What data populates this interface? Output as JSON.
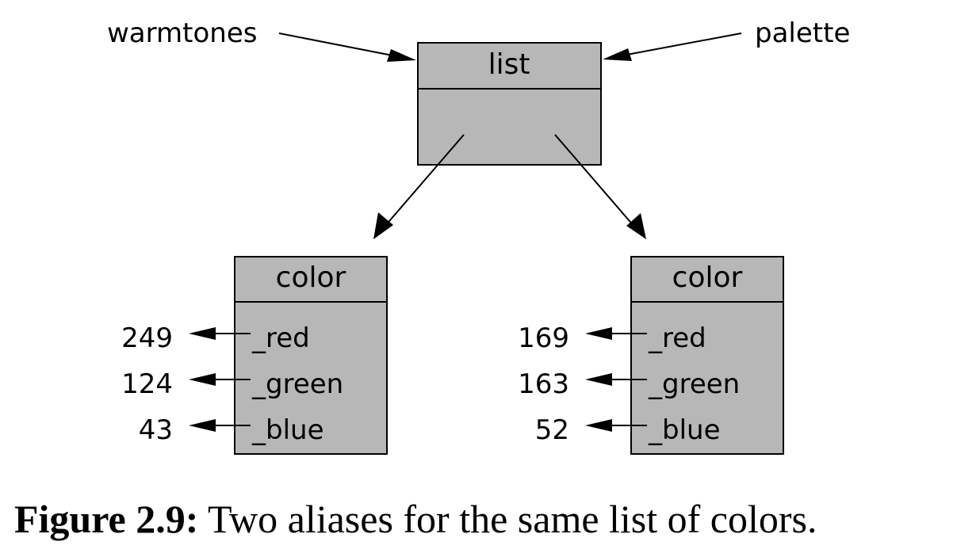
{
  "aliases": {
    "left": "warmtones",
    "right": "palette"
  },
  "list_box": {
    "title": "list"
  },
  "objects": [
    {
      "title": "color",
      "fields": [
        {
          "name": "_red",
          "value": "249"
        },
        {
          "name": "_green",
          "value": "124"
        },
        {
          "name": "_blue",
          "value": "43"
        }
      ]
    },
    {
      "title": "color",
      "fields": [
        {
          "name": "_red",
          "value": "169"
        },
        {
          "name": "_green",
          "value": "163"
        },
        {
          "name": "_blue",
          "value": "52"
        }
      ]
    }
  ],
  "caption": {
    "label": "Figure 2.9:",
    "text": " Two aliases for the same list of colors."
  }
}
